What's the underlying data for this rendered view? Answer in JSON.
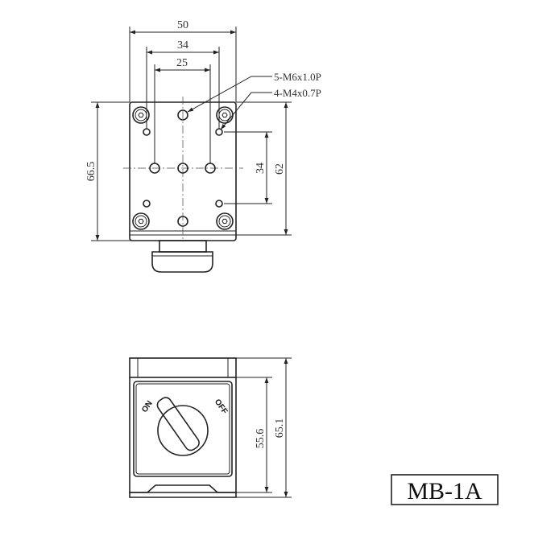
{
  "top_view": {
    "dim_width_overall": "50",
    "dim_hole_outer": "34",
    "dim_hole_inner": "25",
    "dim_height_overall": "66.5",
    "dim_hole_vertical": "34",
    "dim_height_body": "62",
    "note_thread_m6": "5-M6x1.0P",
    "note_thread_m4": "4-M4x0.7P"
  },
  "front_view": {
    "dim_height_face": "55.6",
    "dim_height_overall": "65.1",
    "switch_on_label": "ON",
    "switch_off_label": "OFF"
  },
  "model_label": "MB-1A"
}
